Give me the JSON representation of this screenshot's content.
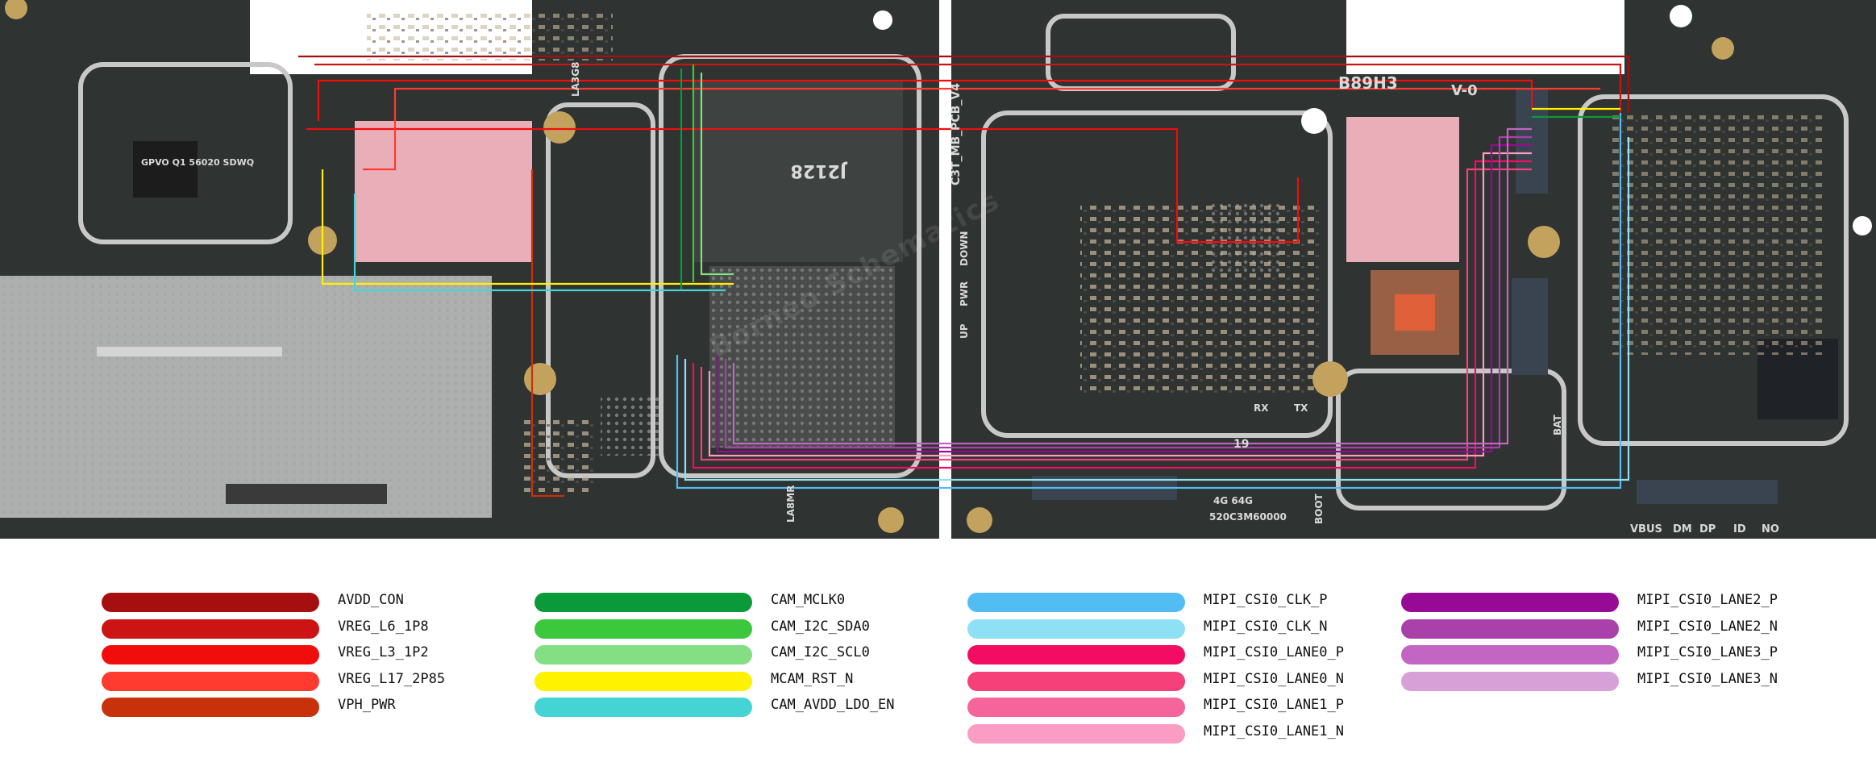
{
  "silkscreen": {
    "board_id": "B89H3",
    "revision": "V-0",
    "pcb_name": "C3T_MB_PCB_V4",
    "key_up": "UP",
    "key_pwr": "PWR",
    "key_down": "DOWN",
    "ic_marking_1": "GPVO\nQ1\n56020\nSDWQ",
    "ic_marking_2": "J2128",
    "rx": "RX",
    "tx": "TX",
    "num_19": "19",
    "mem": "4G 64G",
    "serial": "520C3M60000",
    "boot": "BOOT",
    "batt": "BAT",
    "usb_vbus": "VBUS",
    "usb_dm": "DM",
    "usb_dp": "DP",
    "usb_id": "ID",
    "usb_no": "NO",
    "la_1": "LA3G8",
    "la_2": "LA8MR"
  },
  "legend": {
    "columns": [
      [
        {
          "label": "AVDD_CON",
          "color": "#a50f0f"
        },
        {
          "label": "VREG_L6_1P8",
          "color": "#cc1414"
        },
        {
          "label": "VREG_L3_1P2",
          "color": "#f20d0d"
        },
        {
          "label": "VREG_L17_2P85",
          "color": "#ff3a2f"
        },
        {
          "label": "VPH_PWR",
          "color": "#c8320a"
        }
      ],
      [
        {
          "label": "CAM_MCLK0",
          "color": "#0a9a3a"
        },
        {
          "label": "CAM_I2C_SDA0",
          "color": "#3cc83c"
        },
        {
          "label": "CAM_I2C_SCL0",
          "color": "#84de84"
        },
        {
          "label": "MCAM_RST_N",
          "color": "#fff200"
        },
        {
          "label": "CAM_AVDD_LDO_EN",
          "color": "#45d4d4"
        }
      ],
      [
        {
          "label": "MIPI_CSI0_CLK_P",
          "color": "#52bdf2"
        },
        {
          "label": "MIPI_CSI0_CLK_N",
          "color": "#8ee0f5"
        },
        {
          "label": "MIPI_CSI0_LANE0_P",
          "color": "#f20d62"
        },
        {
          "label": "MIPI_CSI0_LANE0_N",
          "color": "#f5407a"
        },
        {
          "label": "MIPI_CSI0_LANE1_P",
          "color": "#f5649a"
        },
        {
          "label": "MIPI_CSI0_LANE1_N",
          "color": "#fa9cc3"
        }
      ],
      [
        {
          "label": "MIPI_CSI0_LANE2_P",
          "color": "#960a96"
        },
        {
          "label": "MIPI_CSI0_LANE2_N",
          "color": "#aa40aa"
        },
        {
          "label": "MIPI_CSI0_LANE3_P",
          "color": "#c365c3"
        },
        {
          "label": "MIPI_CSI0_LANE3_N",
          "color": "#d7a0d7"
        }
      ]
    ]
  },
  "watermark": "Borneo Schematics"
}
